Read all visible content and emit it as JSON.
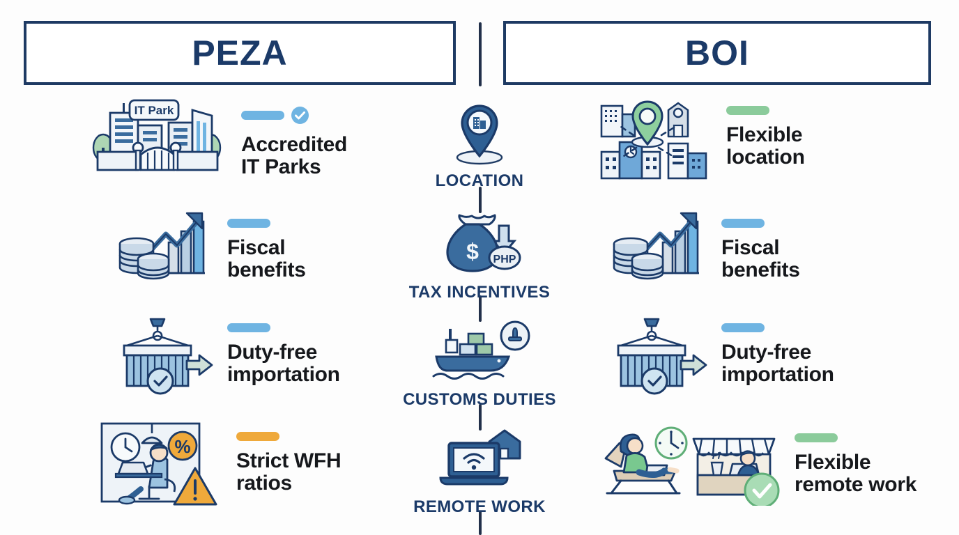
{
  "headers": {
    "left": "PEZA",
    "right": "BOI"
  },
  "center_items": [
    {
      "label": "LOCATION",
      "icon": "location-pin-building-icon"
    },
    {
      "label": "TAX INCENTIVES",
      "icon": "money-bag-php-icon",
      "badge": "PHP"
    },
    {
      "label": "CUSTOMS DUTIES",
      "icon": "cargo-ship-stamp-icon"
    },
    {
      "label": "REMOTE WORK",
      "icon": "laptop-house-wifi-icon"
    }
  ],
  "peza_rows": [
    {
      "label": "Accredited\nIT Parks",
      "icon": "it-park-buildings-gate-icon",
      "sign": "IT Park",
      "dash_color": "#6fb4e2",
      "marker": "check"
    },
    {
      "label": "Fiscal\nbenefits",
      "icon": "coins-growth-chart-icon",
      "dash_color": "#6fb4e2",
      "marker": "none"
    },
    {
      "label": "Duty-free\nimportation",
      "icon": "shipping-container-check-icon",
      "dash_color": "#6fb4e2",
      "marker": "none"
    },
    {
      "label": "Strict WFH\nratios",
      "icon": "office-worker-warning-icon",
      "dash_color": "#efa93b",
      "marker": "none"
    }
  ],
  "boi_rows": [
    {
      "label": "Flexible\nlocation",
      "icon": "multi-location-pin-buildings-icon",
      "dash_color": "#8bcb9b",
      "marker": "none"
    },
    {
      "label": "Fiscal\nbenefits",
      "icon": "coins-growth-chart-icon",
      "dash_color": "#6fb4e2",
      "marker": "none"
    },
    {
      "label": "Duty-free\nimportation",
      "icon": "shipping-container-check-icon",
      "dash_color": "#6fb4e2",
      "marker": "none"
    },
    {
      "label": "Flexible\nremote work",
      "icon": "beach-laptop-cafe-check-icon",
      "dash_color": "#8bcb9b",
      "marker": "none"
    }
  ],
  "colors": {
    "navy": "#1b3a68",
    "dark": "#22304a",
    "blue_accent": "#6fb4e2",
    "green_accent": "#8bcb9b",
    "orange_accent": "#efa93b",
    "background": "#fdfdfd"
  }
}
